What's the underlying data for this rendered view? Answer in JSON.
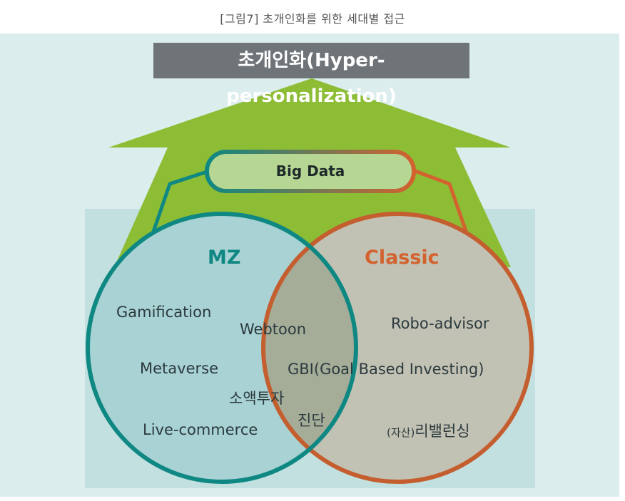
{
  "caption": "[그림7] 초개인화를 위한 세대별 접근",
  "top_label": "초개인화(Hyper-personalization)",
  "center_label": "Big Data",
  "circles": {
    "left": {
      "title": "MZ",
      "color": "#0f8883"
    },
    "right": {
      "title": "Classic",
      "color": "#d3622f"
    }
  },
  "left_items": [
    "Gamification",
    "Metaverse",
    "Live-commerce"
  ],
  "overlap_items": [
    "Webtoon",
    "소액투자",
    "진단"
  ],
  "right_items": [
    "Robo-advisor"
  ],
  "gbi": "GBI(Goal Based Investing)",
  "rebalance": {
    "prefix": "(자산)",
    "text": "리밸런싱"
  },
  "colors": {
    "arrow": "#8cbd35",
    "background": "#dceded",
    "inner_panel": "#c2e0e0",
    "top_box": "#6f7478"
  }
}
